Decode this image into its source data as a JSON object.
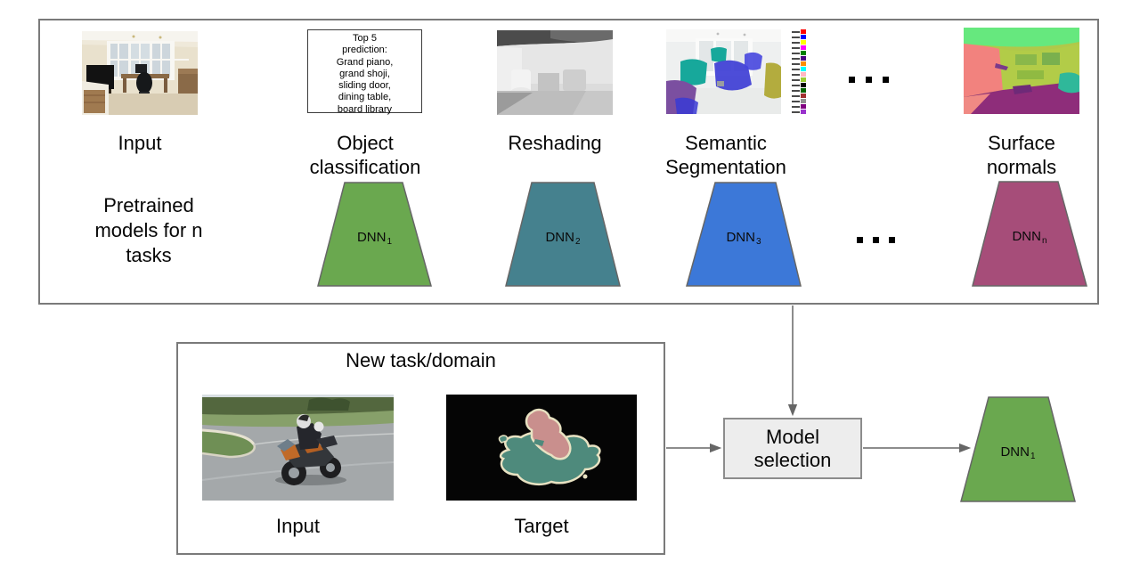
{
  "colors": {
    "dnn_green": "#6aa84f",
    "dnn_teal": "#45818e",
    "dnn_blue": "#3c78d8",
    "dnn_magenta": "#a64d79",
    "box_border": "#7a7a7a",
    "arrow": "#666666",
    "model_selection_bg": "#ededed"
  },
  "icons": {
    "ellipsis_images_row": "square-dots-horizontal",
    "ellipsis_models_row": "square-dots-horizontal"
  },
  "top_panel": {
    "pretrained_label": "Pretrained models for n tasks",
    "tasks": [
      {
        "label": "Input"
      },
      {
        "label": "Object classification"
      },
      {
        "label": "Reshading"
      },
      {
        "label": "Semantic Segmentation"
      },
      {
        "label": "Surface normals"
      }
    ],
    "classification_prediction": {
      "lines": [
        "Top 5",
        "prediction:",
        "Grand piano,",
        "grand shoji,",
        "sliding door,",
        "dining table,",
        "board library"
      ]
    },
    "segmentation_legend": [
      "#ff0000",
      "#0000ff",
      "#ffff00",
      "#ff00ff",
      "#008000",
      "#4b0082",
      "#ff8c00",
      "#00ffff",
      "#ffb6c1",
      "#9acd32",
      "#000000",
      "#006400",
      "#a03030",
      "#909090",
      "#800080",
      "#9932cc"
    ],
    "dnns": [
      {
        "name": "DNN",
        "sub": "1",
        "color": "#6aa84f"
      },
      {
        "name": "DNN",
        "sub": "2",
        "color": "#45818e"
      },
      {
        "name": "DNN",
        "sub": "3",
        "color": "#3c78d8"
      },
      {
        "name": "DNN",
        "sub": "n",
        "color": "#a64d79"
      }
    ]
  },
  "bottom_panel": {
    "title": "New task/domain",
    "input_label": "Input",
    "target_label": "Target"
  },
  "model_selection": {
    "label_line1": "Model",
    "label_line2": "selection"
  },
  "selected_model": {
    "name": "DNN",
    "sub": "1",
    "color": "#6aa84f"
  }
}
